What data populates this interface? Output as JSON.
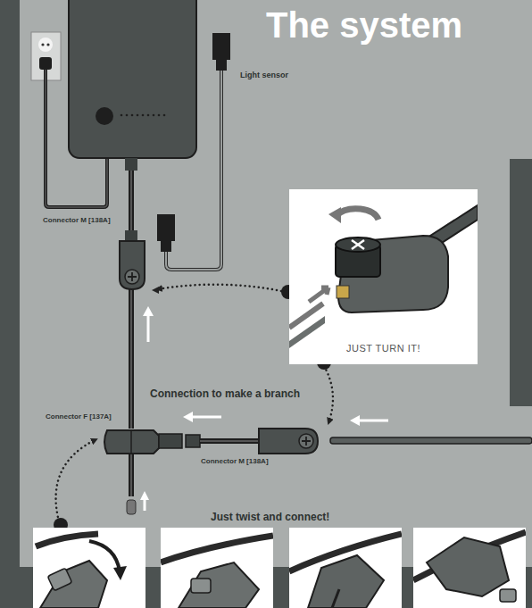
{
  "diagram": {
    "title": "The system",
    "nodes": [
      {
        "text": [
          "JUST TURN IT!"
        ]
      }
    ],
    "labels": [
      "Light sensor",
      "Connector M [138A]",
      "Connection to make a branch",
      "Connector F [137A]",
      "Connector M [138A]",
      "Just twist and connect!"
    ]
  }
}
